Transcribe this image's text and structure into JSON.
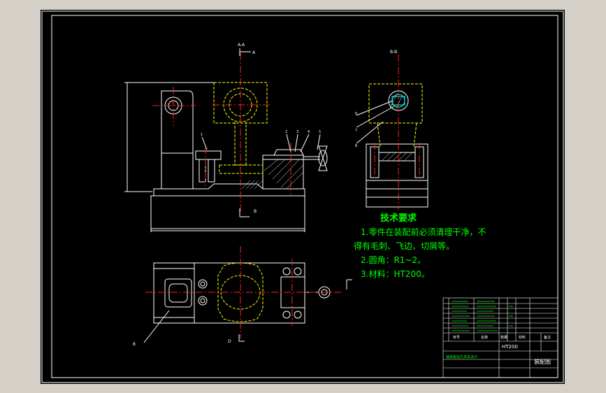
{
  "views": {
    "section_aa": "A-A",
    "section_bb": "B-B",
    "marker_a": "A",
    "marker_b": "B",
    "marker_d": "D"
  },
  "callouts": [
    "1",
    "2",
    "3",
    "4",
    "5",
    "6",
    "7",
    "8"
  ],
  "notes": {
    "title": "技术要求",
    "line1": "1.零件在装配前必须清理干净，不",
    "line2": "得有毛刺、飞边、切屑等。",
    "line3": "2.圆角：R1~2。",
    "line4": "3.材料：HT200。"
  },
  "title_block": {
    "material": "HT200",
    "part_name": "装配图",
    "col_labels": [
      "序号",
      "名称",
      "数量",
      "材料",
      "备注"
    ],
    "company": "轴承座钻孔夹具设计"
  },
  "colors": {
    "background": "#000000",
    "outline": "#ffffff",
    "centerline": "#ff2020",
    "hidden": "#ffff00",
    "annotation": "#00ff00",
    "frame_outer": "#d4d0c8"
  }
}
